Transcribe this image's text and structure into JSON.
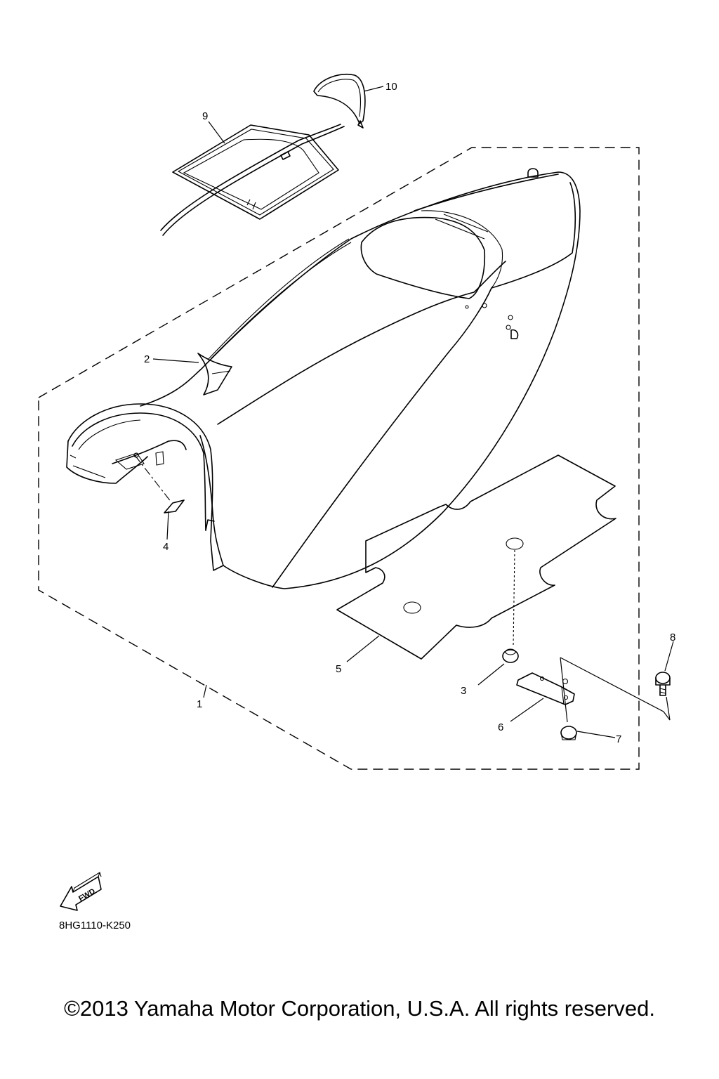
{
  "callouts": {
    "c1": "1",
    "c2": "2",
    "c3": "3",
    "c4": "4",
    "c5": "5",
    "c6": "6",
    "c7": "7",
    "c8": "8",
    "c9": "9",
    "c10": "10"
  },
  "fwd_label": "FWD",
  "diagram_code": "8HG1110-K250",
  "copyright": "©2013 Yamaha Motor Corporation, U.S.A. All rights reserved."
}
